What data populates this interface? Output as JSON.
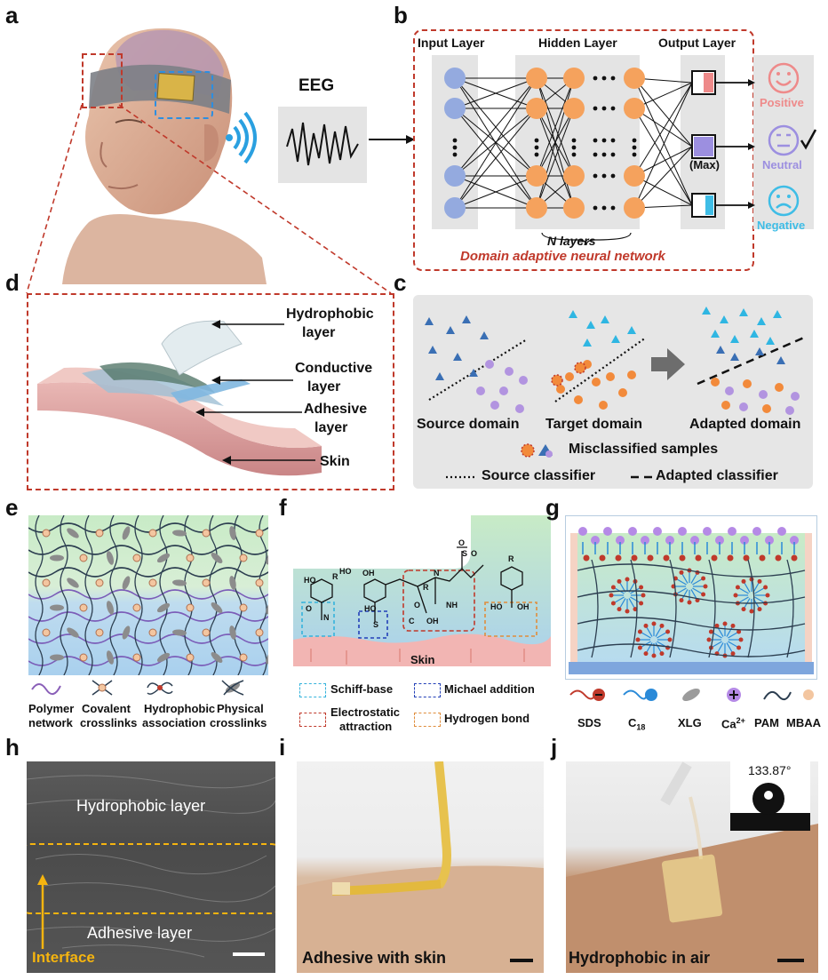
{
  "panels": {
    "a": "a",
    "b": "b",
    "c": "c",
    "d": "d",
    "e": "e",
    "f": "f",
    "g": "g",
    "h": "h",
    "i": "i",
    "j": "j"
  },
  "panel_a": {
    "eeg_label": "EEG"
  },
  "panel_b": {
    "input_layer": "Input Layer",
    "hidden_layer": "Hidden Layer",
    "output_layer": "Output Layer",
    "n_layers": "N layers",
    "network_title": "Domain adaptive neural network",
    "max_label": "(Max)",
    "outputs": [
      "Positive",
      "Neutral",
      "Negative"
    ],
    "colors": {
      "positive": "#ee8a8a",
      "neutral": "#9c8fe0",
      "negative": "#3fbde6",
      "node_in": "#94aadf",
      "node_hidden": "#f5a25d",
      "frame": "#c0392b"
    }
  },
  "panel_c": {
    "source_domain": "Source domain",
    "target_domain": "Target domain",
    "adapted_domain": "Adapted domain",
    "misclassified": "Misclassified samples",
    "source_classifier": "Source classifier",
    "adapted_classifier": "Adapted classifier"
  },
  "panel_d": {
    "hydrophobic_layer_1": "Hydrophobic",
    "hydrophobic_layer_2": "layer",
    "conductive_layer_1": "Conductive",
    "conductive_layer_2": "layer",
    "adhesive_layer_1": "Adhesive",
    "adhesive_layer_2": "layer",
    "skin": "Skin"
  },
  "panel_e": {
    "legend": [
      {
        "line1": "Polymer",
        "line2": "network"
      },
      {
        "line1": "Covalent",
        "line2": "crosslinks"
      },
      {
        "line1": "Hydrophobic",
        "line2": "association"
      },
      {
        "line1": "Physical",
        "line2": "crosslinks"
      }
    ]
  },
  "panel_f": {
    "skin": "Skin",
    "legend": {
      "schiff": "Schiff-base",
      "michael": "Michael addition",
      "electrostatic_1": "Electrostatic",
      "electrostatic_2": "attraction",
      "hydrogen": "Hydrogen bond"
    }
  },
  "panel_g": {
    "legend": [
      "SDS",
      "C",
      "XLG",
      "Ca",
      "PAM",
      "MBAA"
    ],
    "c_subscript": "18",
    "ca_superscript": "2+"
  },
  "panel_h": {
    "hydrophobic_layer": "Hydrophobic layer",
    "adhesive_layer": "Adhesive layer",
    "interface": "Interface"
  },
  "panel_i": {
    "caption": "Adhesive with skin"
  },
  "panel_j": {
    "caption": "Hydrophobic in air",
    "contact_angle": "133.87°"
  }
}
